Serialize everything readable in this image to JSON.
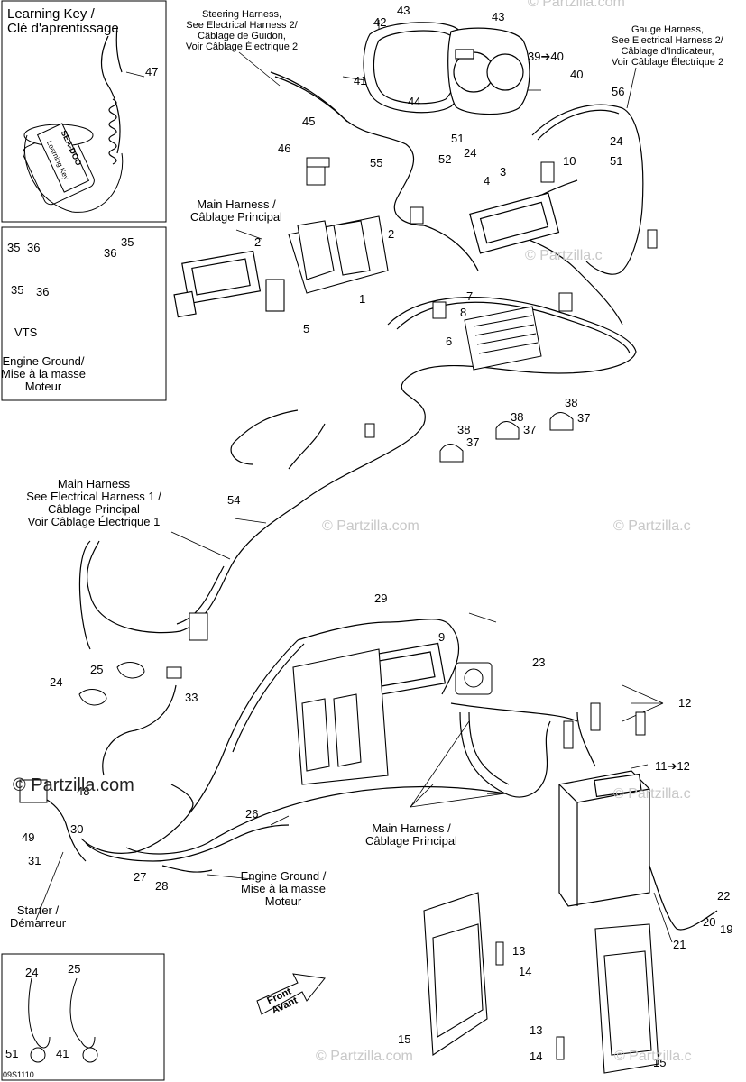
{
  "labels": {
    "learning_key": [
      "Learning Key /",
      "Clé d'aprentissage"
    ],
    "steering_harness": [
      "Steering Harness,",
      "See Electrical Harness 2/",
      "Câblage de Guidon,",
      "Voir Câblage Électrique 2"
    ],
    "gauge_harness": [
      "Gauge Harness,",
      "See Electrical Harness 2/",
      "Câblage d'Indicateur,",
      "Voir Câblage Électrique 2"
    ],
    "main_harness_top": [
      "Main Harness /",
      "Câblage Principal"
    ],
    "main_harness_left": [
      "Main Harness",
      "See Electrical Harness 1 /",
      "Câblage Principal",
      "Voir Câblage Électrique 1"
    ],
    "main_harness_bottom": [
      "Main Harness /",
      "Câblage Principal"
    ],
    "vts": "VTS",
    "engine_ground_inset": [
      "Engine Ground/",
      "Mise à la masse",
      "Moteur"
    ],
    "engine_ground_bottom": [
      "Engine Ground /",
      "Mise à la masse",
      "Moteur"
    ],
    "starter": [
      "Starter /",
      "Démarreur"
    ],
    "front": [
      "Front",
      "Avant"
    ],
    "key_brand": "SEA-DOO",
    "key_text": "Learning Key"
  },
  "part_numbers": {
    "n43a": "43",
    "n43b": "43",
    "n42": "42",
    "n39": "39➔40",
    "n40": "40",
    "n41": "41",
    "n44": "44",
    "n45": "45",
    "n46": "46",
    "n47": "47",
    "n55": "55",
    "n52": "52",
    "n51a": "51",
    "n24a": "24",
    "n56": "56",
    "n24b": "24",
    "n51b": "51",
    "n3": "3",
    "n4": "4",
    "n10": "10",
    "n2a": "2",
    "n2b": "2",
    "n1": "1",
    "n5": "5",
    "n7": "7",
    "n8": "8",
    "n6": "6",
    "n35a": "35",
    "n36a": "36",
    "n35b": "35",
    "n36b": "36",
    "n35c": "35",
    "n36c": "36",
    "n38a": "38",
    "n38b": "38",
    "n38c": "38",
    "n37a": "37",
    "n37b": "37",
    "n37c": "37",
    "n54": "54",
    "n29": "29",
    "n9": "9",
    "n23": "23",
    "n25": "25",
    "n24c": "24",
    "n33": "33",
    "n12": "12",
    "n11": "11➔12",
    "n48": "48",
    "n49": "49",
    "n30": "30",
    "n31": "31",
    "n26": "26",
    "n27": "27",
    "n28": "28",
    "n22": "22",
    "n20": "20",
    "n19": "19",
    "n21": "21",
    "n13a": "13",
    "n14a": "14",
    "n13b": "13",
    "n14b": "14",
    "n15a": "15",
    "n15b": "15",
    "n24d": "24",
    "n25d": "25",
    "n51d": "51",
    "n41d": "41"
  },
  "watermarks": {
    "brand": "© Partzilla.com",
    "brand_short": "© Partzilla.c",
    "brand_cut": "© Partzilla.com"
  },
  "drawing_code": "09S1110",
  "colors": {
    "line": "#000000",
    "watermark": "#c8c8c8"
  }
}
